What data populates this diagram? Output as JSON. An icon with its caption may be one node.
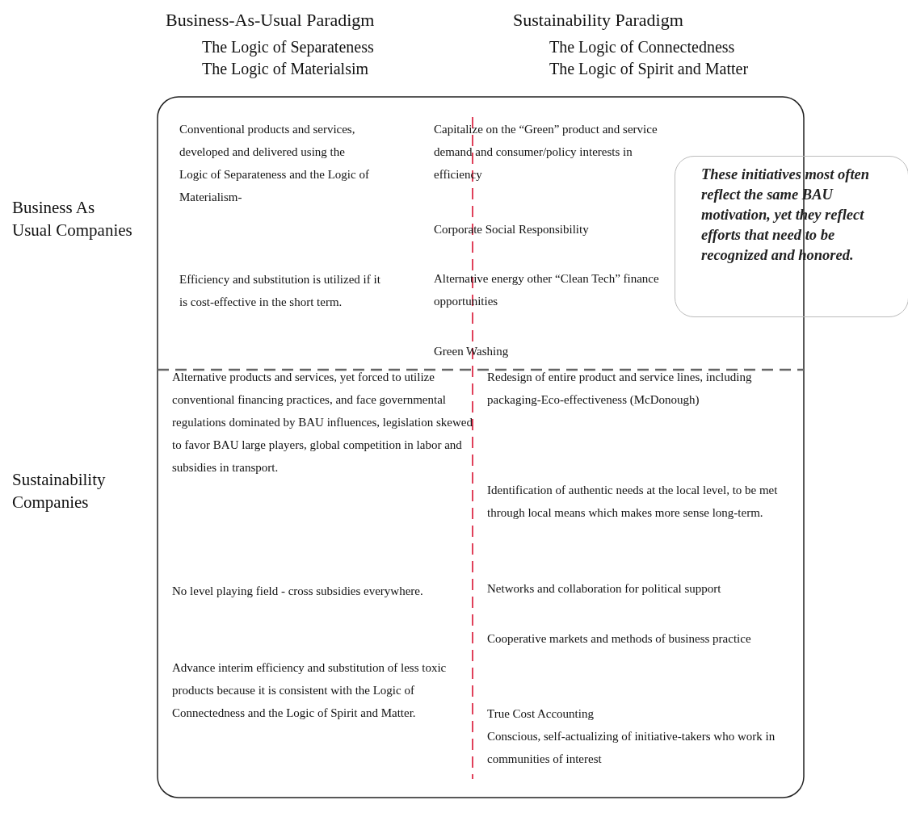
{
  "diagram": {
    "nodes": [
      {
        "text": [
          "These initiatives most often reflect the same BAU motivation, yet they reflect efforts that need to be recognized and honored."
        ]
      }
    ],
    "labels": [
      "Business-As-Usual Paradigm",
      "The Logic of Separateness",
      "The Logic of Materialsim",
      "Sustainability Paradigm",
      "The Logic of Connectedness",
      "The Logic of Spirit and Matter",
      "Business As Usual Companies",
      "Sustainability Companies",
      "Conventional products and services, developed and delivered using the Logic of Separateness and the Logic of Materialism-",
      "Efficiency and substitution is utilized if it is cost-effective in the short term.",
      "Capitalize on the “Green” product and service demand and consumer/policy interests in efficiency",
      "Corporate Social Responsibility",
      "Alternative energy other “Clean Tech” finance opportunities",
      "Green Washing",
      "Alternative products and services, yet forced to utilize conventional financing practices, and face governmental regulations dominated by BAU influences, legislation skewed to favor BAU large players, global competition in labor and subsidies in transport.",
      "No level playing field - cross subsidies everywhere.",
      "Advance interim efficiency and substitution of less toxic products because it is consistent with the Logic of Connectedness and the Logic of Spirit and Matter.",
      "Redesign of entire product and service lines, including packaging-Eco-effectiveness (McDonough)",
      "Identification of authentic needs at the local level, to be met through local means which makes more sense long-term.",
      "Networks and collaboration for political support",
      "Cooperative markets and methods of business practice",
      "True Cost Accounting",
      "Conscious, self-actualizing of initiative-takers who work in communities of interest"
    ]
  }
}
